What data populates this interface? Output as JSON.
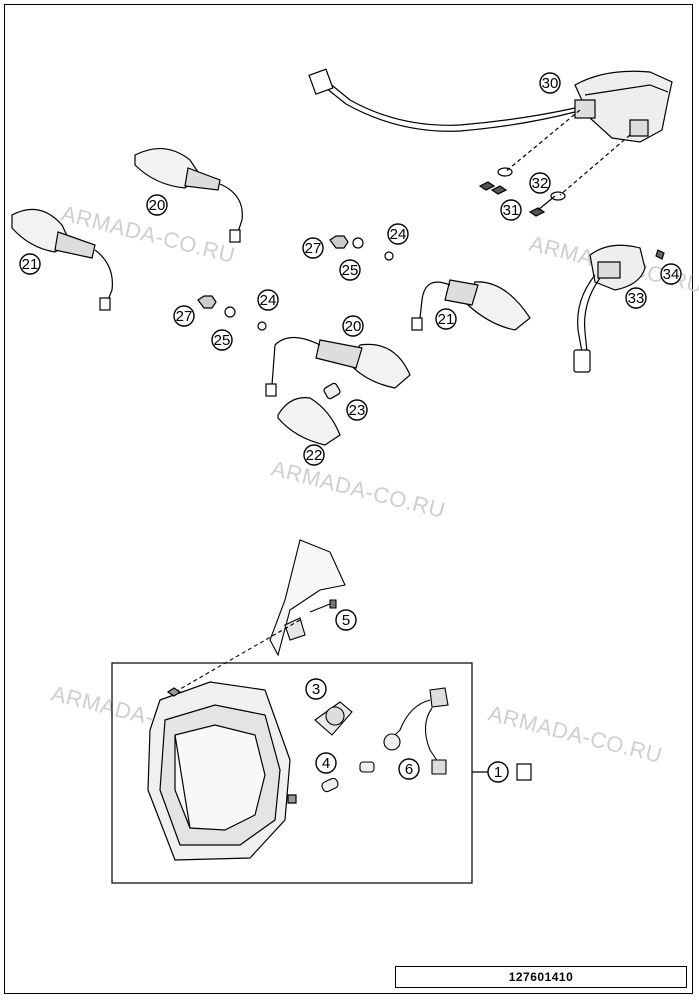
{
  "watermark": "ARMADA-CO.RU",
  "drawing_number": "127601410",
  "callouts": {
    "p1": "1",
    "p3": "3",
    "p4": "4",
    "p5": "5",
    "p6": "6",
    "p20a": "20",
    "p20b": "20",
    "p21a": "21",
    "p21b": "21",
    "p22": "22",
    "p23": "23",
    "p24a": "24",
    "p24b": "24",
    "p25a": "25",
    "p25b": "25",
    "p27a": "27",
    "p27b": "27",
    "p30": "30",
    "p31": "31",
    "p32": "32",
    "p33": "33",
    "p34": "34"
  }
}
